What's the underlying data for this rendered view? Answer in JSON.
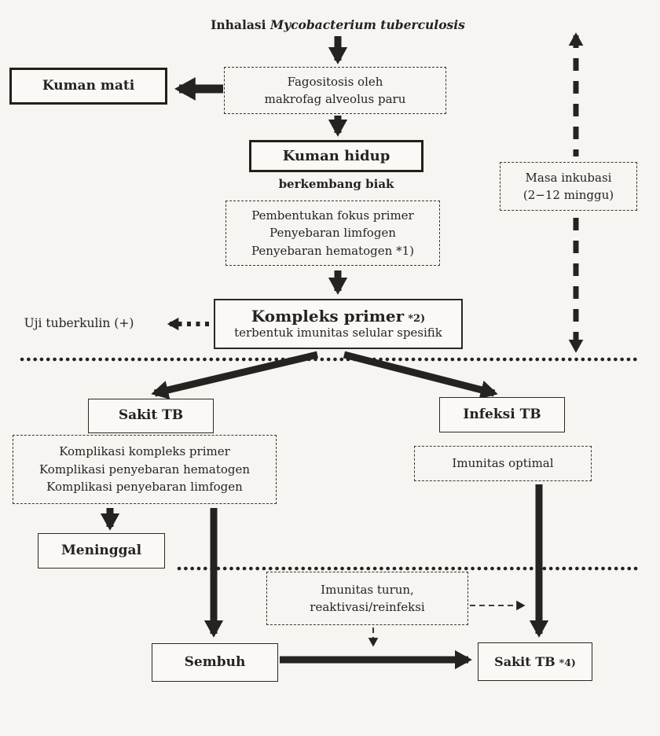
{
  "palette": {
    "ink": "#262220",
    "paper": "#f6f5f1"
  },
  "flow": {
    "inhalasi_prefix": "Inhalasi",
    "inhalasi_species": "Mycobacterium tuberculosis",
    "fagositosis_l1": "Fagositosis oleh",
    "fagositosis_l2": "makrofag alveolus paru",
    "kuman_mati": "Kuman mati",
    "kuman_hidup": "Kuman hidup",
    "berkembang_biak": "berkembang biak",
    "fokus_l1": "Pembentukan fokus primer",
    "fokus_l2": "Penyebaran limfogen",
    "fokus_l3": "Penyebaran hematogen *1)",
    "kompleks_title": "Kompleks primer",
    "kompleks_note": "*2)",
    "kompleks_sub": "terbentuk imunitas selular spesifik",
    "uji_tuberkulin": "Uji tuberkulin (+)",
    "masa_l1": "Masa inkubasi",
    "masa_l2": "(2−12 minggu)",
    "sakit_tb": "Sakit TB",
    "infeksi_tb": "Infeksi TB",
    "komplikasi_l1": "Komplikasi kompleks primer",
    "komplikasi_l2": "Komplikasi penyebaran hematogen",
    "komplikasi_l3": "Komplikasi penyebaran limfogen",
    "imunitas_optimal": "Imunitas optimal",
    "meninggal": "Meninggal",
    "imunitas_turun_l1": "Imunitas turun,",
    "imunitas_turun_l2": "reaktivasi/reinfeksi",
    "sembuh": "Sembuh",
    "sakit_tb4_title": "Sakit TB",
    "sakit_tb4_note": "*4)"
  }
}
